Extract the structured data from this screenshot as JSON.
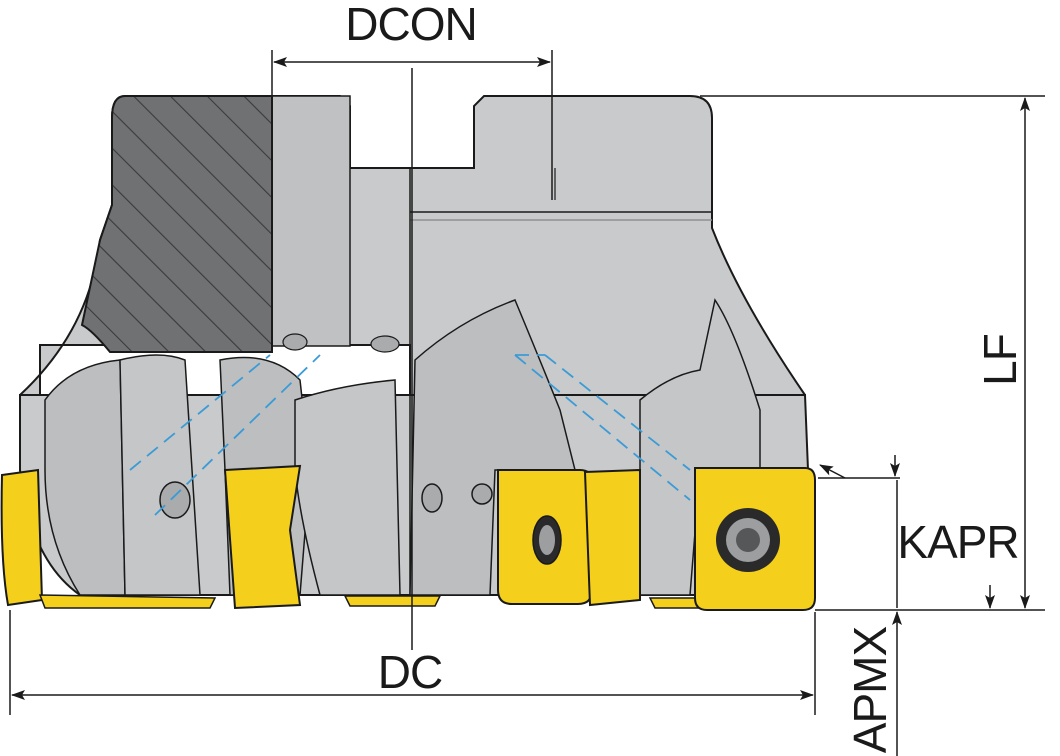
{
  "labels": {
    "dcon": "DCON",
    "dc": "DC",
    "lf": "LF",
    "kapr": "KAPR",
    "apmx": "APMX"
  },
  "colors": {
    "body": "#c8cacb",
    "body_dark": "#a9abad",
    "section": "#6e6f71",
    "insert": "#f4cf1b",
    "insert_dark": "#c9a200",
    "coolant": "#3b9bd6",
    "line": "#1a1a1a"
  },
  "icons": {
    "screw": "torx-screw-icon"
  }
}
